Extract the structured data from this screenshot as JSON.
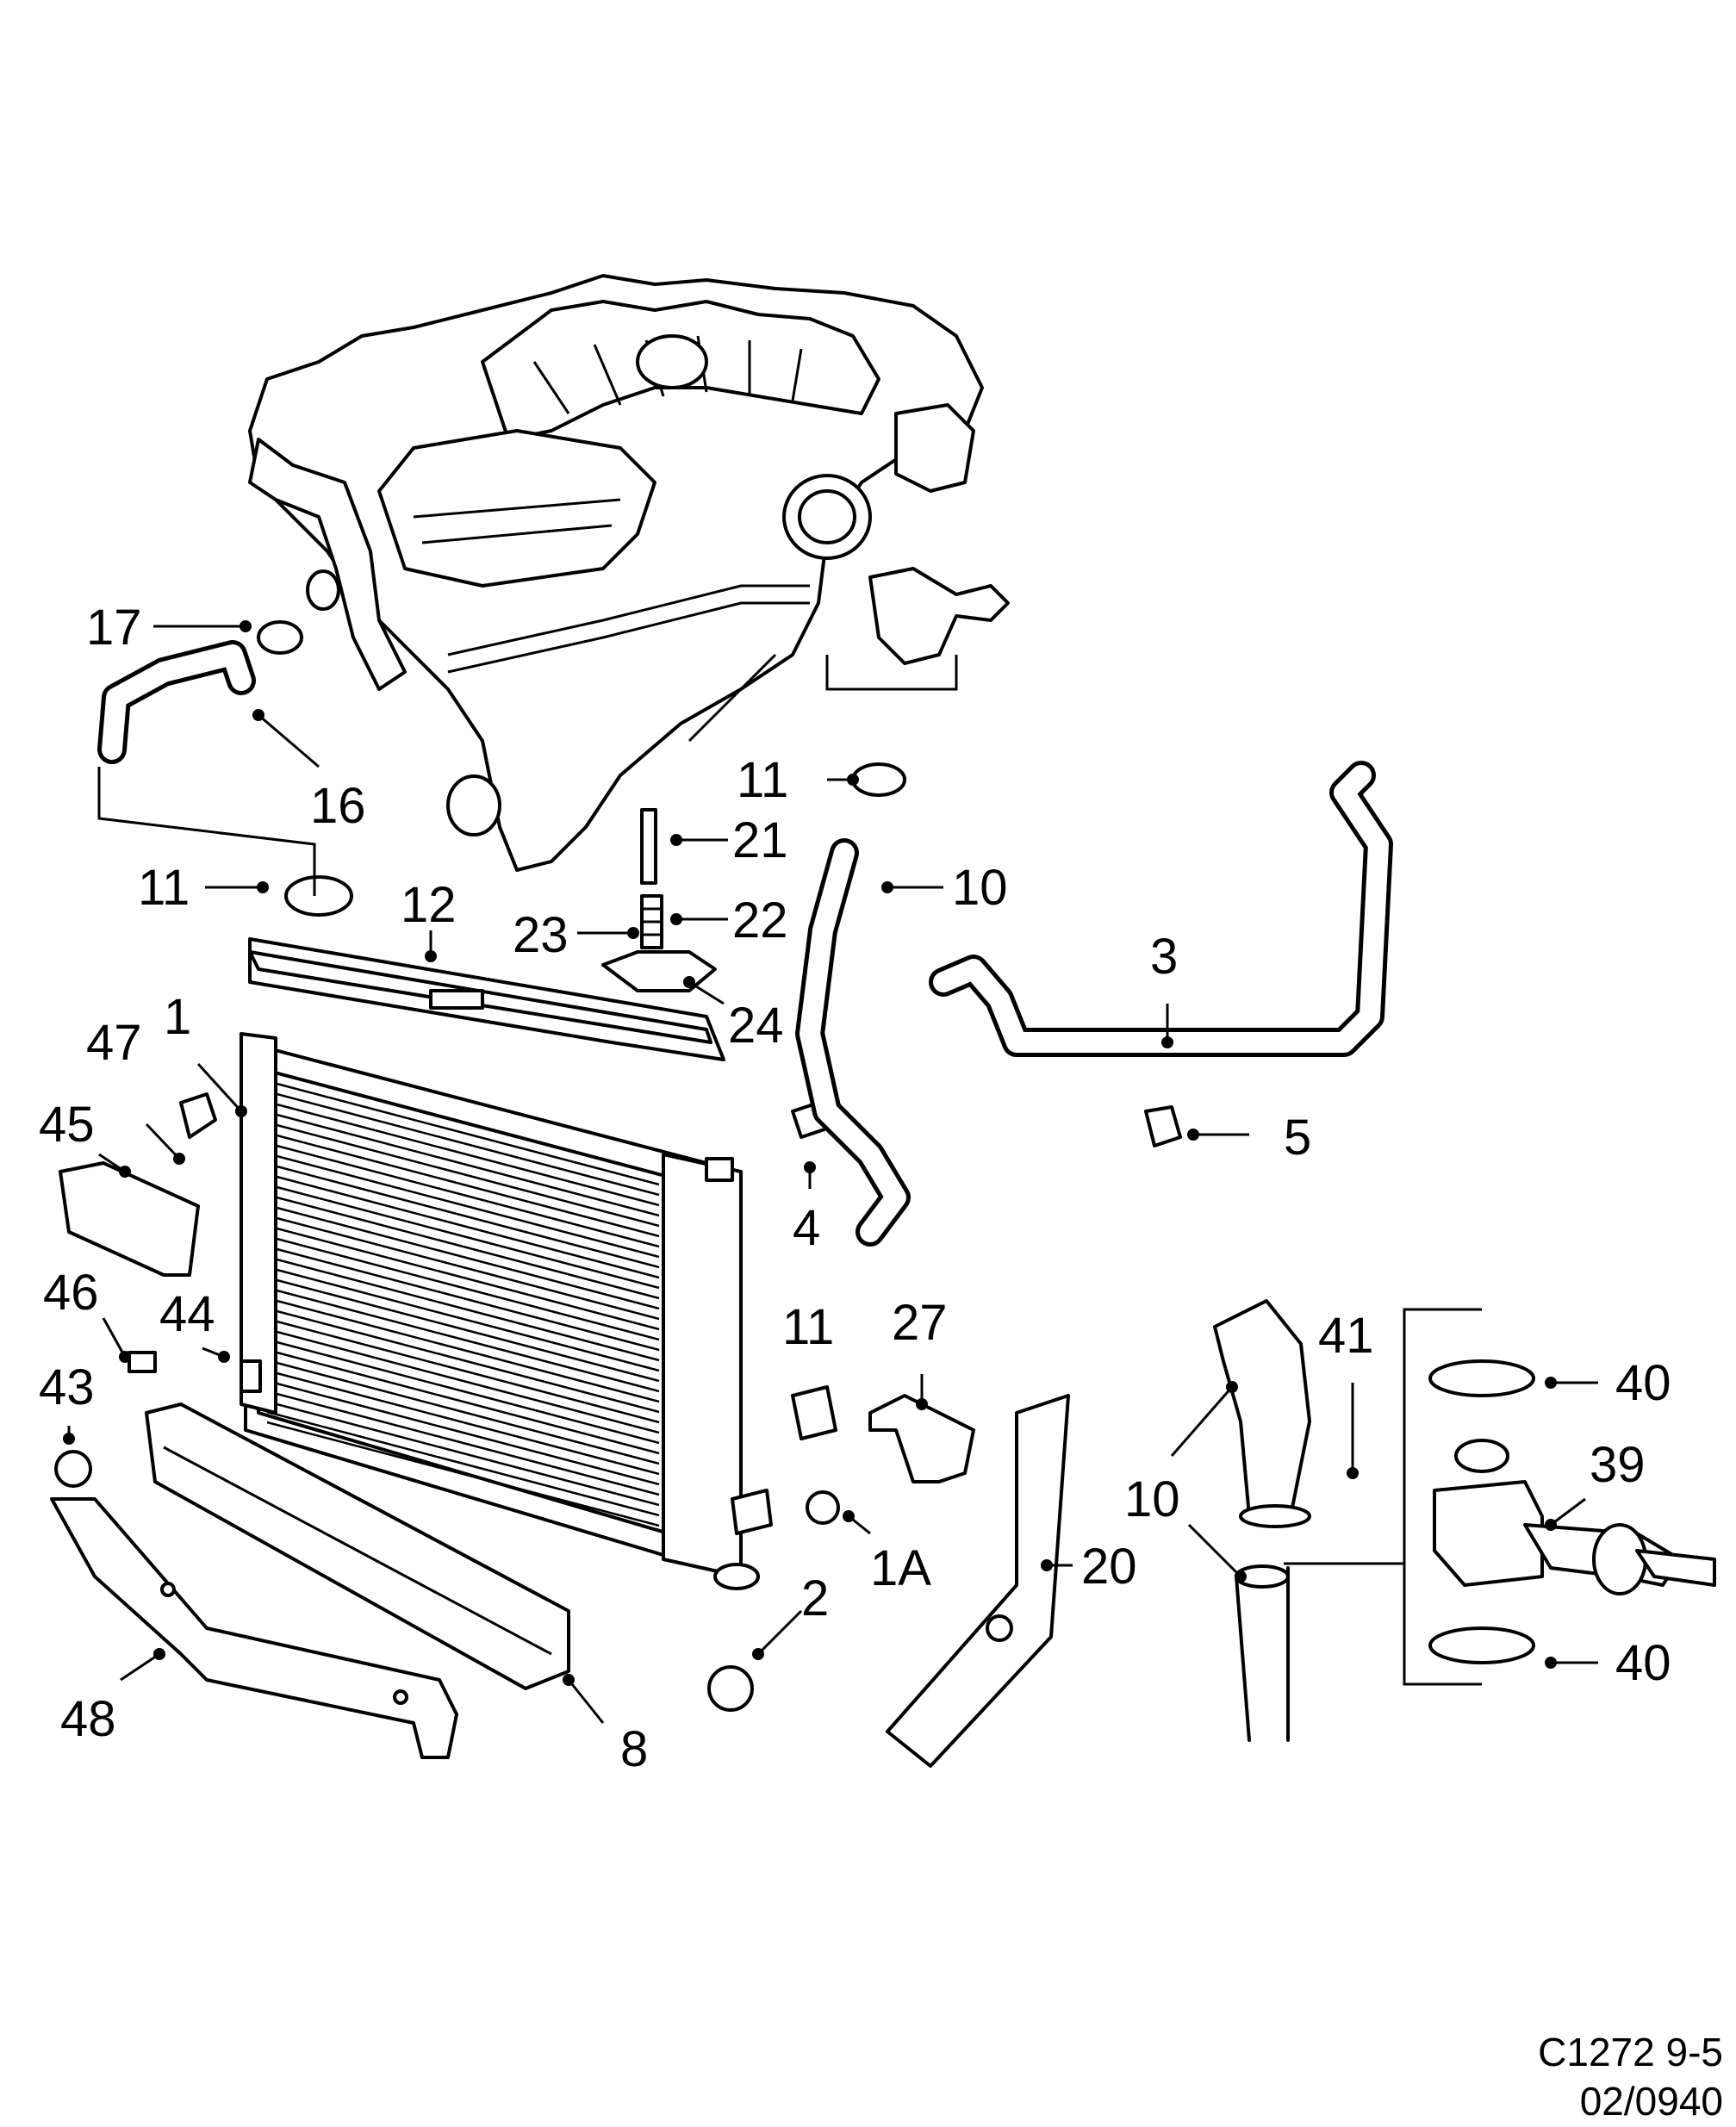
{
  "callouts": {
    "c17": "17",
    "c16": "16",
    "c11a": "11",
    "c11b": "11",
    "c11c": "11",
    "c12": "12",
    "c1": "1",
    "c47": "47",
    "c45": "45",
    "c46": "46",
    "c44": "44",
    "c43": "43",
    "c48": "48",
    "c8": "8",
    "c2": "2",
    "c1a": "1A",
    "c4": "4",
    "c21": "21",
    "c22": "22",
    "c23": "23",
    "c24": "24",
    "c10a": "10",
    "c10b": "10",
    "c3": "3",
    "c5": "5",
    "c27": "27",
    "c20": "20",
    "c41": "41",
    "c40a": "40",
    "c40b": "40",
    "c39": "39"
  },
  "footer": {
    "drawing_code": "C1272 9-5",
    "date_code": "02/0940"
  }
}
